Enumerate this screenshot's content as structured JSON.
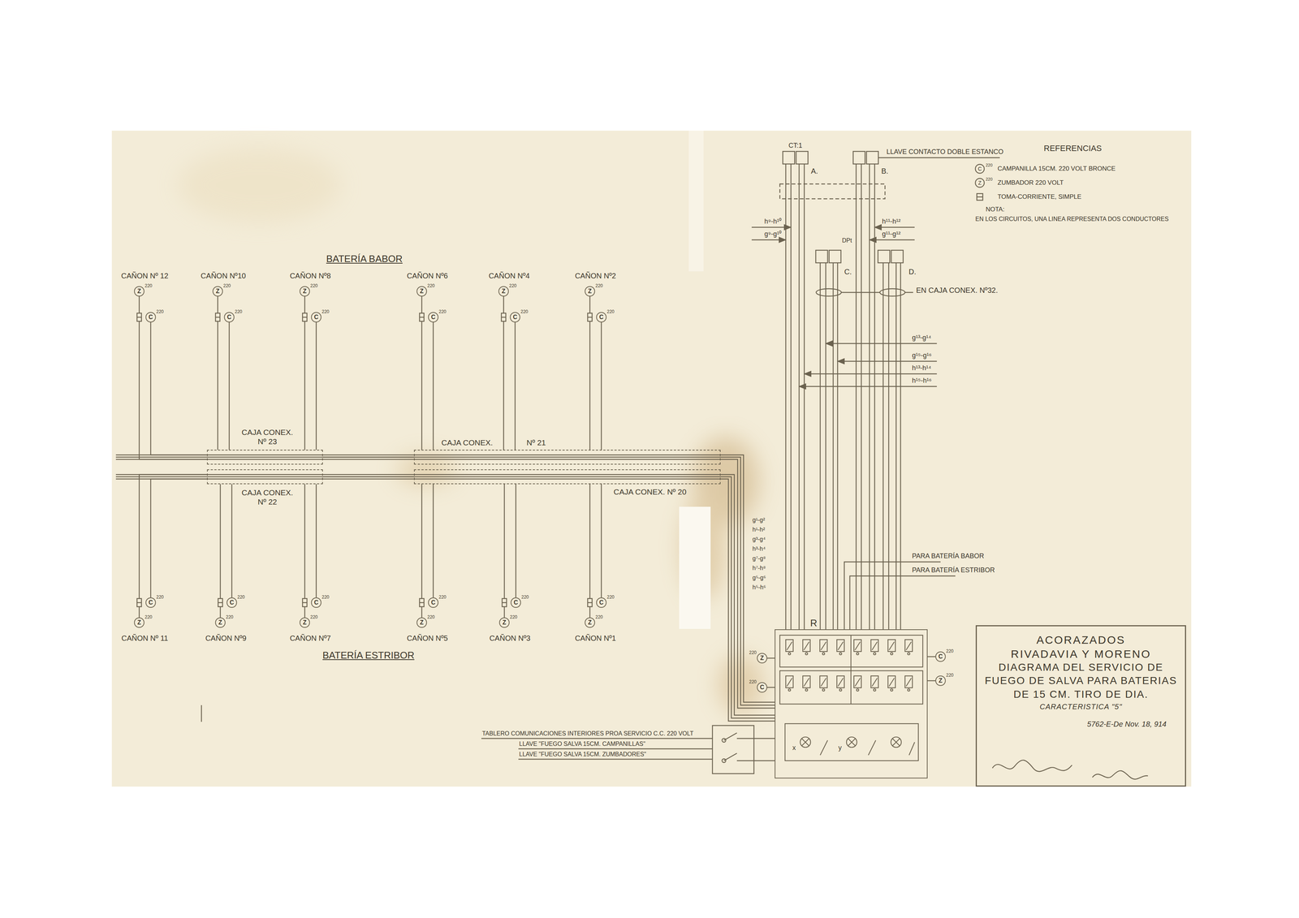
{
  "diagram": {
    "nodes": [
      {
        "text": [
          "Z",
          "220"
        ]
      },
      {
        "text": [
          "C",
          "220"
        ]
      },
      {
        "text": [
          "Z",
          "220"
        ]
      },
      {
        "text": [
          "C",
          "220"
        ]
      },
      {
        "text": [
          "Z",
          "220"
        ]
      },
      {
        "text": [
          "C",
          "220"
        ]
      },
      {
        "text": [
          "Z",
          "220"
        ]
      },
      {
        "text": [
          "C",
          "220"
        ]
      },
      {
        "text": [
          "Z",
          "220"
        ]
      },
      {
        "text": [
          "C",
          "220"
        ]
      },
      {
        "text": [
          "Z",
          "220"
        ]
      },
      {
        "text": [
          "C",
          "220"
        ]
      },
      {
        "text": [
          "CAJA CONEX. Nº 23"
        ]
      },
      {
        "text": [
          "CAJA CONEX.",
          "Nº 21"
        ]
      },
      {
        "text": [
          "CAJA CONEX. Nº 22"
        ]
      },
      {
        "text": [
          "CAJA CONEX. Nº 20"
        ]
      },
      {
        "text": [
          "C",
          "220"
        ]
      },
      {
        "text": [
          "Z",
          "220"
        ]
      },
      {
        "text": [
          "C",
          "220"
        ]
      },
      {
        "text": [
          "Z",
          "220"
        ]
      },
      {
        "text": [
          "C",
          "220"
        ]
      },
      {
        "text": [
          "Z",
          "220"
        ]
      },
      {
        "text": [
          "C",
          "220"
        ]
      },
      {
        "text": [
          "Z",
          "220"
        ]
      },
      {
        "text": [
          "C",
          "220"
        ]
      },
      {
        "text": [
          "Z",
          "220"
        ]
      },
      {
        "text": [
          "C",
          "220"
        ]
      },
      {
        "text": [
          "Z",
          "220"
        ]
      },
      {
        "text": [
          "R"
        ]
      },
      {
        "text": [
          "Z",
          "220"
        ]
      },
      {
        "text": [
          "C",
          "220"
        ]
      },
      {
        "text": [
          "C",
          "220"
        ]
      },
      {
        "text": [
          "Z",
          "220"
        ]
      },
      {
        "text": [
          "ACORAZADOS",
          "RIVADAVIA Y MORENO",
          "DIAGRAMA DEL SERVICIO DE FUEGO DE SALVA PARA BATERIAS DE 15 CM. TIRO DE DIA.",
          "CARACTERISTICA \"5\"",
          "5762-E-De Nov. 18, 914"
        ]
      }
    ],
    "edges": [
      {
        "from": 0,
        "to": 12,
        "arrow": "none"
      },
      {
        "from": 1,
        "to": 12,
        "arrow": "none"
      },
      {
        "from": 2,
        "to": 12,
        "arrow": "none"
      },
      {
        "from": 3,
        "to": 12,
        "arrow": "none"
      },
      {
        "from": 4,
        "to": 12,
        "arrow": "none"
      },
      {
        "from": 5,
        "to": 12,
        "arrow": "none"
      },
      {
        "from": 6,
        "to": 13,
        "arrow": "none"
      },
      {
        "from": 7,
        "to": 13,
        "arrow": "none"
      },
      {
        "from": 8,
        "to": 13,
        "arrow": "none"
      },
      {
        "from": 9,
        "to": 13,
        "arrow": "none"
      },
      {
        "from": 10,
        "to": 13,
        "arrow": "none"
      },
      {
        "from": 11,
        "to": 13,
        "arrow": "none"
      },
      {
        "from": 16,
        "to": 14,
        "arrow": "none"
      },
      {
        "from": 17,
        "to": 14,
        "arrow": "none"
      },
      {
        "from": 18,
        "to": 14,
        "arrow": "none"
      },
      {
        "from": 19,
        "to": 14,
        "arrow": "none"
      },
      {
        "from": 20,
        "to": 14,
        "arrow": "none"
      },
      {
        "from": 21,
        "to": 14,
        "arrow": "none"
      },
      {
        "from": 22,
        "to": 15,
        "arrow": "none"
      },
      {
        "from": 23,
        "to": 15,
        "arrow": "none"
      },
      {
        "from": 24,
        "to": 15,
        "arrow": "none"
      },
      {
        "from": 25,
        "to": 15,
        "arrow": "none"
      },
      {
        "from": 26,
        "to": 15,
        "arrow": "none"
      },
      {
        "from": 27,
        "to": 15,
        "arrow": "none"
      },
      {
        "from": 12,
        "to": 13,
        "arrow": "none"
      },
      {
        "from": 14,
        "to": 15,
        "arrow": "none"
      },
      {
        "from": 13,
        "to": 28,
        "arrow": "none"
      },
      {
        "from": 15,
        "to": 28,
        "arrow": "none"
      },
      {
        "from": 29,
        "to": 28,
        "arrow": "none"
      },
      {
        "from": 30,
        "to": 28,
        "arrow": "none"
      },
      {
        "from": 31,
        "to": 28,
        "arrow": "none"
      },
      {
        "from": 32,
        "to": 28,
        "arrow": "none"
      }
    ],
    "labels": [
      "BATERÍA BABOR",
      "CAÑON Nº 12",
      "CAÑON Nº10",
      "CAÑON Nº8",
      "CAÑON Nº6",
      "CAÑON Nº4",
      "CAÑON Nº2",
      "CAÑON Nº 11",
      "CAÑON Nº9",
      "CAÑON Nº7",
      "CAÑON Nº5",
      "CAÑON Nº3",
      "CAÑON Nº1",
      "BATERÍA ESTRIBOR",
      "CT:1",
      "A.",
      "LLAVE CONTACTO DOBLE ESTANCO",
      "B.",
      "h⁹-h¹⁰",
      "g⁹-g¹⁰",
      "h¹¹-h¹²",
      "g¹¹-g¹²",
      "DPt",
      "C.",
      "D.",
      "EN CAJA CONEX. Nº32.",
      "g¹³-g¹⁴",
      "g¹⁵-g¹⁶",
      "h¹³-h¹⁴",
      "h¹⁵-h¹⁶",
      "g¹-g²",
      "h¹-h²",
      "g³-g⁴",
      "h³-h⁴",
      "g⁷-g⁸",
      "h⁷-h⁸",
      "g⁵-g⁶",
      "h⁵-h⁶",
      "PARA BATERÍA BABOR",
      "PARA BATERÍA ESTRIBOR",
      "TABLERO COMUNICACIONES INTERIORES PROA SERVICIO C.C. 220 VOLT",
      "LLAVE \"FUEGO SALVA 15CM. CAMPANILLAS\"",
      "LLAVE \"FUEGO SALVA 15CM. ZUMBADORES\"",
      "x",
      "y",
      "REFERENCIAS",
      "C",
      "220",
      "Z",
      "220",
      "NOTA:",
      "EN LOS CIRCUITOS, UNA LINEA REPRESENTA DOS CONDUCTORES"
    ],
    "legend": [
      {
        "text": "CAMPANILLA 15CM. 220 VOLT BRONCE"
      },
      {
        "text": "ZUMBADOR 220 VOLT"
      },
      {
        "text": "TOMA-CORRIENTE, SIMPLE"
      }
    ]
  }
}
